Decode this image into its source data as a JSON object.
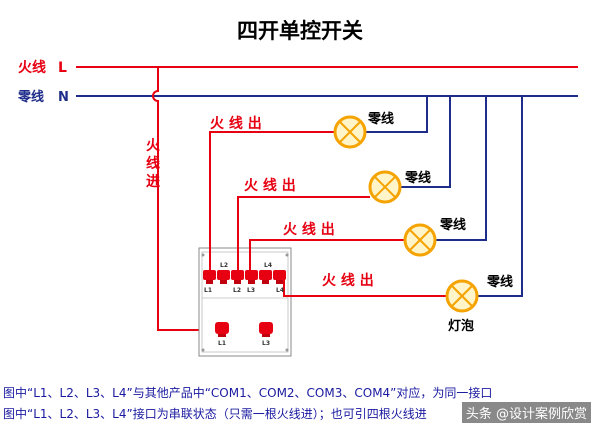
{
  "title": "四开单控开关",
  "live_line": {
    "name": "火线",
    "letter": "L"
  },
  "neutral_line": {
    "name": "零线",
    "letter": "N"
  },
  "live_in_label": [
    "火",
    "线",
    "进"
  ],
  "live_out_label": "火 线 出",
  "neutral_label": "零线",
  "lamp_label": "灯泡",
  "terminals": {
    "top": [
      "L2",
      "L4",
      "L1",
      "L2",
      "L3",
      "L4"
    ],
    "bottom": [
      "L1",
      "L3"
    ]
  },
  "notes": [
    "图中“L1、L2、L3、L4”与其他产品中“COM1、COM2、COM3、COM4”对应，为同一接口",
    "图中“L1、L2、L3、L4”接口为串联状态（只需一根火线进）；也可引四根火线进"
  ],
  "watermark": "头条 @设计案例欣赏",
  "colors": {
    "live": "#e60012",
    "neutral": "#1f2d8a",
    "lamp": "#f5a300"
  }
}
